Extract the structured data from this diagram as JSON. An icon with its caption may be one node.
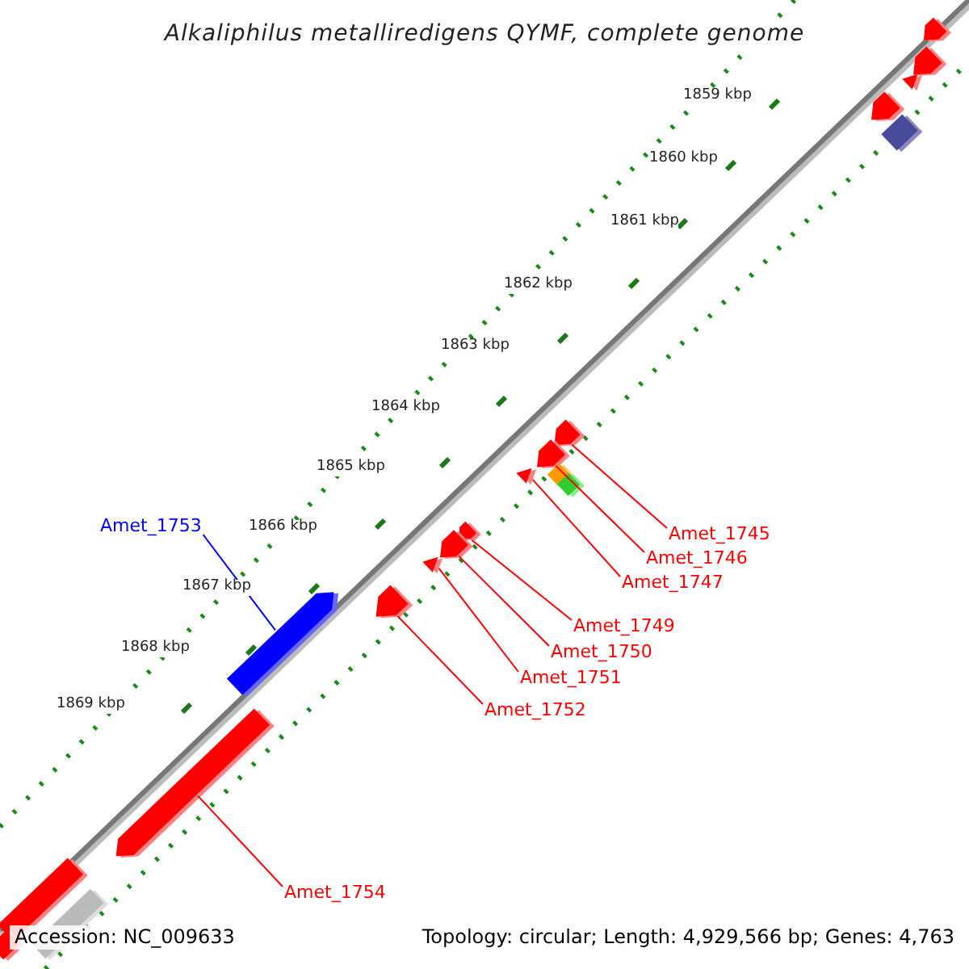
{
  "diagram": {
    "title": "Alkaliphilus metalliredigens QYMF, complete genome",
    "nodes": [
      {
        "text": [
          "Amet_1745"
        ]
      },
      {
        "text": [],
        "shape": "arrow"
      },
      {
        "text": [
          "Amet_1746"
        ]
      },
      {
        "text": [],
        "shape": "arrow"
      },
      {
        "text": [
          "Amet_1747"
        ]
      },
      {
        "text": [],
        "shape": "triangle"
      },
      {
        "text": [
          "Amet_1749"
        ]
      },
      {
        "text": [],
        "shape": "arrow"
      },
      {
        "text": [
          "Amet_1750"
        ]
      },
      {
        "text": [],
        "shape": "arrow"
      },
      {
        "text": [
          "Amet_1751"
        ]
      },
      {
        "text": [],
        "shape": "triangle"
      },
      {
        "text": [
          "Amet_1752"
        ]
      },
      {
        "text": [],
        "shape": "arrow"
      },
      {
        "text": [
          "Amet_1753"
        ]
      },
      {
        "text": [],
        "shape": "bar"
      },
      {
        "text": [
          "Amet_1754"
        ]
      },
      {
        "text": [],
        "shape": "bar"
      },
      {
        "text": [],
        "shape": "arrow"
      },
      {
        "text": [],
        "shape": "arrow"
      },
      {
        "text": [],
        "shape": "triangle"
      },
      {
        "text": [],
        "shape": "arrow"
      },
      {
        "text": [],
        "shape": "box"
      },
      {
        "text": [],
        "shape": "box"
      },
      {
        "text": [],
        "shape": "box"
      },
      {
        "text": [],
        "shape": "bar"
      },
      {
        "text": [],
        "shape": "bar"
      },
      {
        "text": [],
        "shape": "bar"
      }
    ],
    "edges": [
      {
        "from": 0,
        "to": 1,
        "arrow": "none"
      },
      {
        "from": 2,
        "to": 3,
        "arrow": "none"
      },
      {
        "from": 4,
        "to": 5,
        "arrow": "none"
      },
      {
        "from": 6,
        "to": 7,
        "arrow": "none"
      },
      {
        "from": 8,
        "to": 9,
        "arrow": "none"
      },
      {
        "from": 10,
        "to": 11,
        "arrow": "none"
      },
      {
        "from": 12,
        "to": 13,
        "arrow": "none"
      },
      {
        "from": 14,
        "to": 15,
        "arrow": "none",
        "color": "#0000ff"
      },
      {
        "from": 16,
        "to": 17,
        "arrow": "none"
      }
    ],
    "labels": [
      "1859 kbp",
      "1860 kbp",
      "1861 kbp",
      "1862 kbp",
      "1863 kbp",
      "1864 kbp",
      "1865 kbp",
      "1866 kbp",
      "1867 kbp",
      "1868 kbp",
      "1869 kbp",
      "Accession: NC_009633",
      "Topology: circular; Length: 4,929,566 bp; Genes: 4,763"
    ]
  }
}
